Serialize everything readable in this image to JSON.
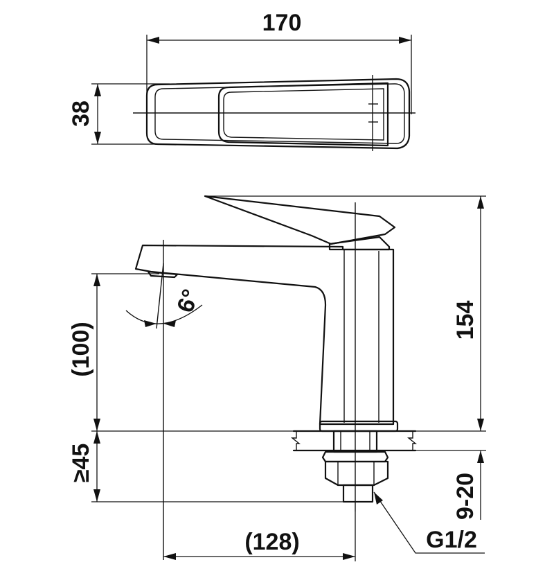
{
  "labels": {
    "top_width": "170",
    "top_depth": "38",
    "total_height": "154",
    "spout_height": "(100)",
    "angle": "6°",
    "under_deck": "≥45",
    "deck_thickness": "9-20",
    "reach": "(128)",
    "thread": "G1/2"
  }
}
